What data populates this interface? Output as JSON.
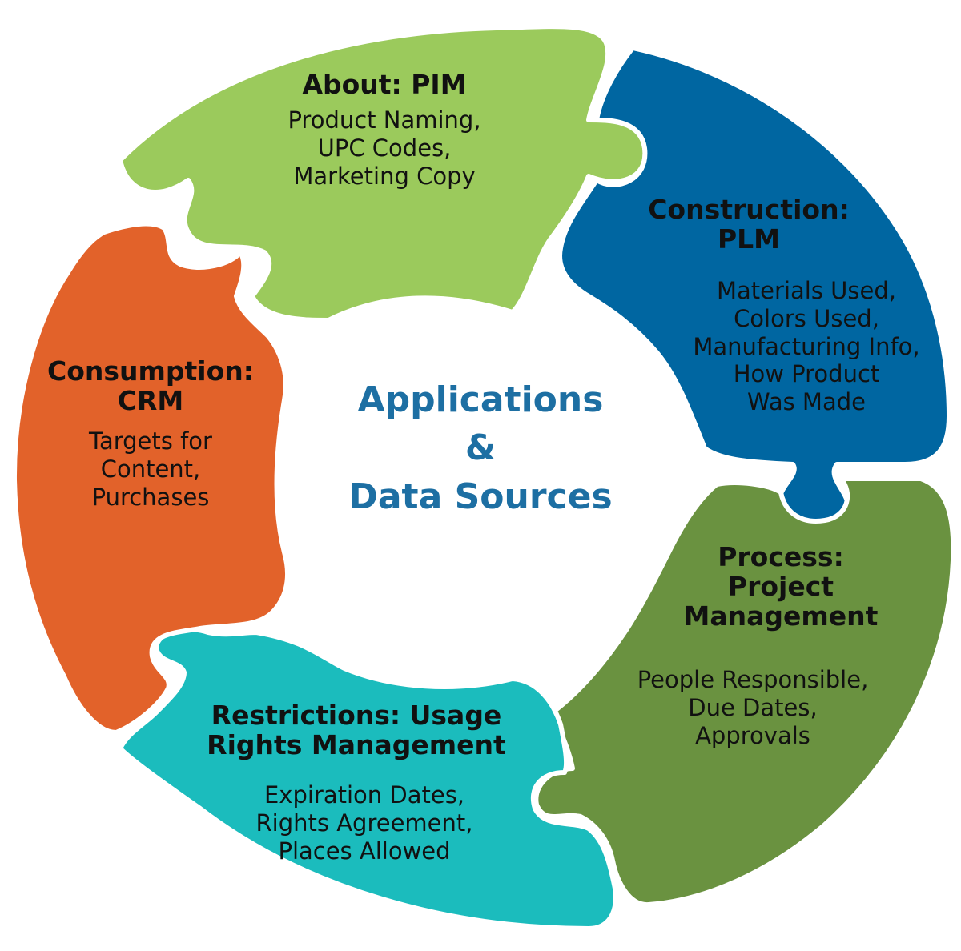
{
  "center": {
    "line1": "Applications",
    "line2": "&",
    "line3": "Data Sources"
  },
  "pieces": {
    "pim": {
      "title": [
        "About: PIM"
      ],
      "lines": [
        "Product Naming,",
        "UPC Codes,",
        "Marketing Copy"
      ],
      "color": "#9bca5c"
    },
    "plm": {
      "title": [
        "Construction:",
        "PLM"
      ],
      "lines": [
        "Materials Used,",
        "Colors Used,",
        "Manufacturing Info,",
        "How Product",
        "Was Made"
      ],
      "color": "#0066a1"
    },
    "project": {
      "title": [
        "Process:",
        "Project",
        "Management"
      ],
      "lines": [
        "People Responsible,",
        "Due Dates,",
        "Approvals"
      ],
      "color": "#6a9240"
    },
    "rights": {
      "title": [
        "Restrictions: Usage",
        "Rights Management"
      ],
      "lines": [
        "Expiration Dates,",
        "Rights Agreement,",
        "Places Allowed"
      ],
      "color": "#1bbcbd"
    },
    "crm": {
      "title": [
        "Consumption:",
        "CRM"
      ],
      "lines": [
        "Targets for",
        "Content,",
        "Purchases"
      ],
      "color": "#e2622a"
    }
  }
}
